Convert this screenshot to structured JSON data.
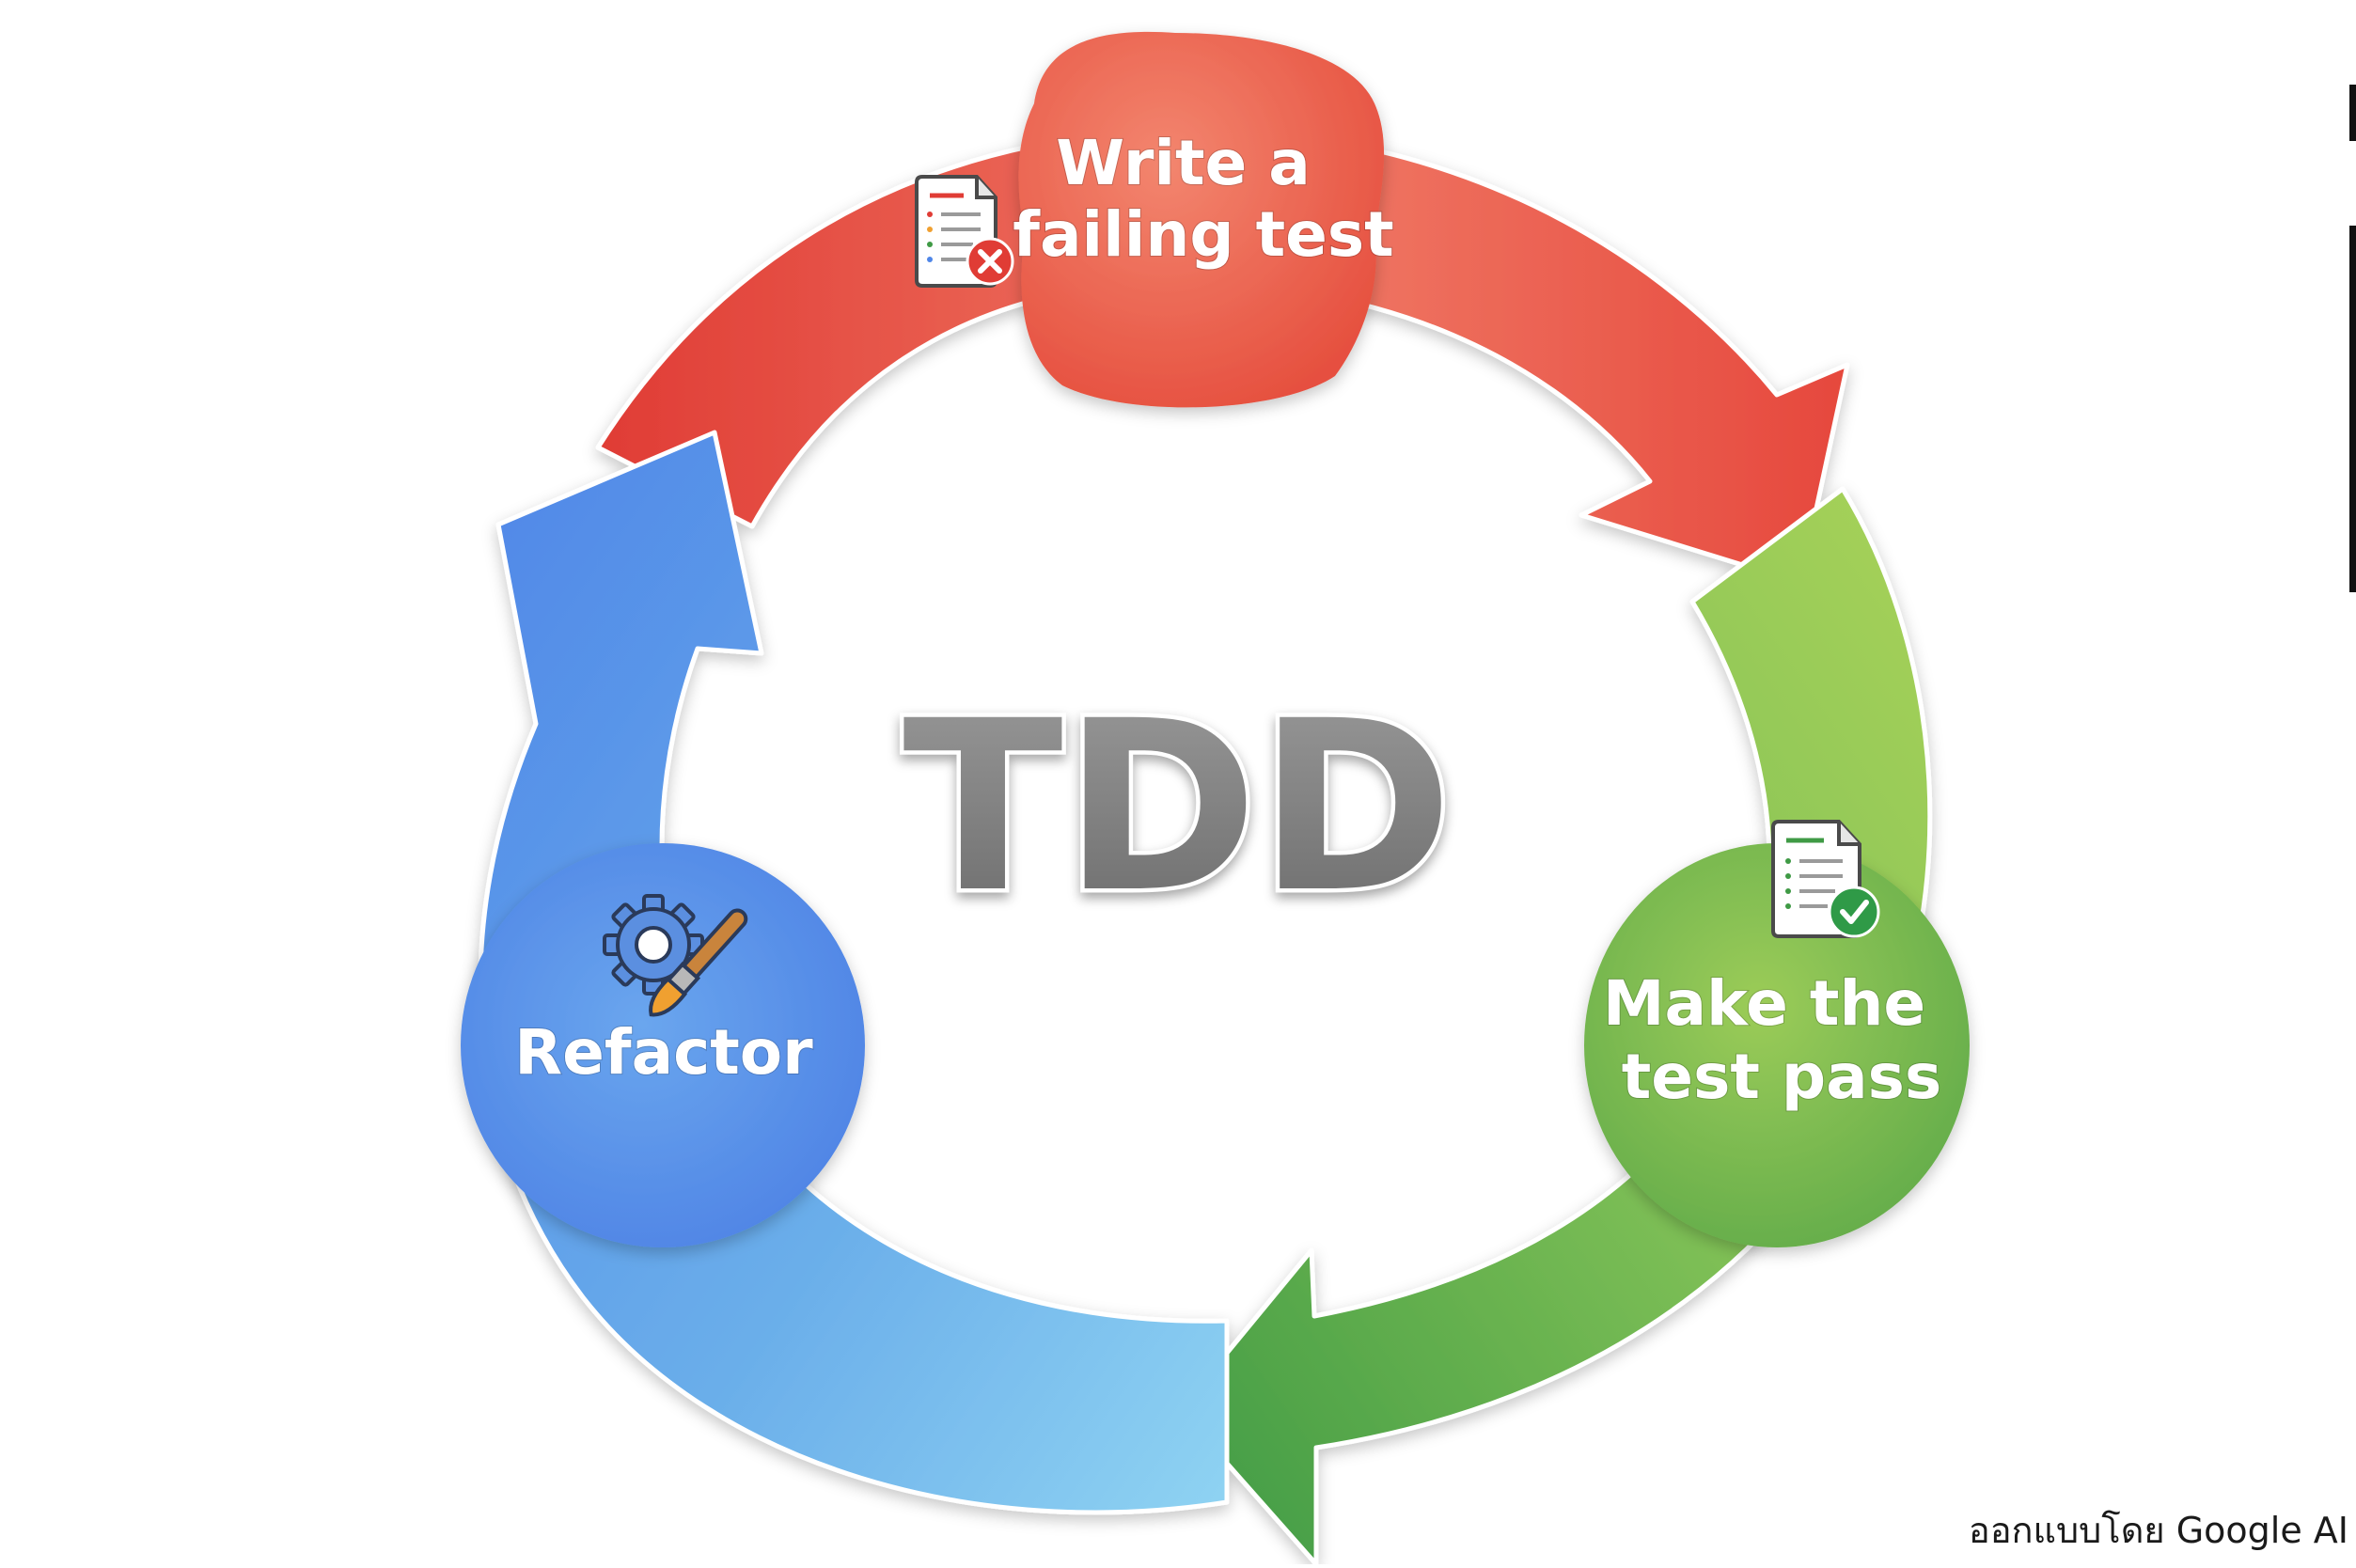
{
  "diagram": {
    "center_label": "TDD",
    "stages": [
      {
        "id": "write",
        "label_lines": [
          "Write a",
          "failing test"
        ],
        "icon": "document-error-icon",
        "color": "#e8453c"
      },
      {
        "id": "pass",
        "label_lines": [
          "Make the",
          "test pass"
        ],
        "icon": "document-check-icon",
        "color": "#6ab04c"
      },
      {
        "id": "refactor",
        "label_lines": [
          "Refactor"
        ],
        "icon": "gear-brush-icon",
        "color": "#4f86e8"
      }
    ],
    "credit": "ออกแบบโดย Google AI"
  }
}
